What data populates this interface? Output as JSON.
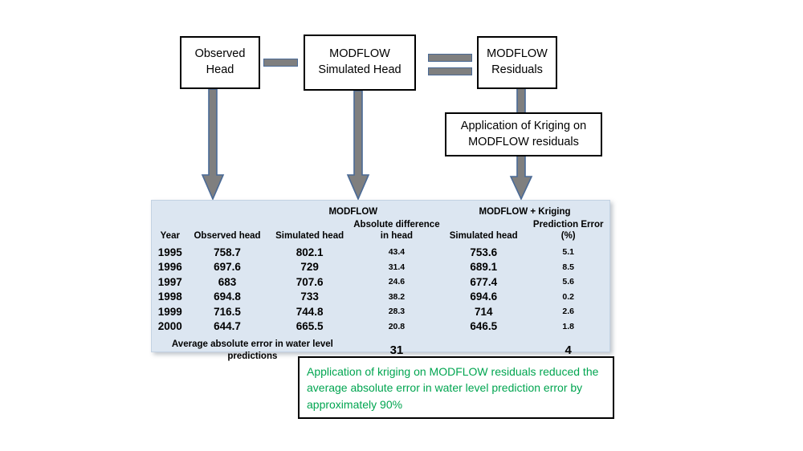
{
  "diagram": {
    "boxes": {
      "observed_head": "Observed\nHead",
      "observed_head_line1": "Observed",
      "observed_head_line2": "Head",
      "simulated_head_line1": "MODFLOW",
      "simulated_head_line2": "Simulated Head",
      "residuals_line1": "MODFLOW",
      "residuals_line2": "Residuals",
      "kriging_line1": "Application of Kriging on",
      "kriging_line2": "MODFLOW residuals"
    },
    "operators": {
      "minus": "minus-sign",
      "equals": "equals-sign"
    },
    "colors": {
      "arrow_fill": "#7F7F7F",
      "arrow_border": "#4A6A96",
      "panel_background": "#DCE6F1",
      "conclusion_text": "#00A550",
      "summary_modflow": "#FF0000",
      "summary_kriging": "#00B050"
    }
  },
  "table": {
    "group_headers": {
      "modflow": "MODFLOW",
      "modflow_kriging": "MODFLOW + Kriging"
    },
    "columns": [
      "Year",
      "Observed head",
      "Simulated head",
      "Absolute difference in head",
      "Simulated head",
      "Prediction Error (%)"
    ],
    "column_labels": {
      "year": "Year",
      "observed_head": "Observed head",
      "modflow_simulated_head": "Simulated head",
      "absolute_difference_line1": "Absolute difference",
      "absolute_difference_line2": "in head",
      "kriging_simulated_head": "Simulated head",
      "prediction_error": "Prediction Error (%)"
    },
    "rows": [
      {
        "year": "1995",
        "observed": "758.7",
        "modflow_sim": "802.1",
        "abs_diff": "43.4",
        "kriging_sim": "753.6",
        "pred_err": "5.1"
      },
      {
        "year": "1996",
        "observed": "697.6",
        "modflow_sim": "729",
        "abs_diff": "31.4",
        "kriging_sim": "689.1",
        "pred_err": "8.5"
      },
      {
        "year": "1997",
        "observed": "683",
        "modflow_sim": "707.6",
        "abs_diff": "24.6",
        "kriging_sim": "677.4",
        "pred_err": "5.6"
      },
      {
        "year": "1998",
        "observed": "694.8",
        "modflow_sim": "733",
        "abs_diff": "38.2",
        "kriging_sim": "694.6",
        "pred_err": "0.2"
      },
      {
        "year": "1999",
        "observed": "716.5",
        "modflow_sim": "744.8",
        "abs_diff": "28.3",
        "kriging_sim": "714",
        "pred_err": "2.6"
      },
      {
        "year": "2000",
        "observed": "644.7",
        "modflow_sim": "665.5",
        "abs_diff": "20.8",
        "kriging_sim": "646.5",
        "pred_err": "1.8"
      }
    ],
    "summary": {
      "label_line1": "Average absolute error in water level",
      "label_line2": "predictions",
      "modflow_value": "31",
      "kriging_value": "4"
    }
  },
  "conclusion": {
    "text": "Application of kriging on MODFLOW residuals reduced the average absolute error in water level prediction error by approximately 90%"
  },
  "chart_data": {
    "type": "table",
    "title": "MODFLOW vs MODFLOW + Kriging water level predictions",
    "categories": [
      "1995",
      "1996",
      "1997",
      "1998",
      "1999",
      "2000"
    ],
    "xlabel": "Year",
    "ylabel": "Head",
    "series": [
      {
        "name": "Observed head",
        "values": [
          758.7,
          697.6,
          683,
          694.8,
          716.5,
          644.7
        ]
      },
      {
        "name": "MODFLOW Simulated head",
        "values": [
          802.1,
          729,
          707.6,
          733,
          744.8,
          665.5
        ]
      },
      {
        "name": "MODFLOW Absolute difference in head",
        "values": [
          43.4,
          31.4,
          24.6,
          38.2,
          28.3,
          20.8
        ]
      },
      {
        "name": "MODFLOW + Kriging Simulated head",
        "values": [
          753.6,
          689.1,
          677.4,
          694.6,
          714,
          646.5
        ]
      },
      {
        "name": "MODFLOW + Kriging Prediction Error (%)",
        "values": [
          5.1,
          8.5,
          5.6,
          0.2,
          2.6,
          1.8
        ]
      }
    ],
    "summary": {
      "modflow_average_absolute_error": 31,
      "kriging_average_absolute_error": 4,
      "reduction_percent": 90
    },
    "grid": false,
    "legend": "none"
  }
}
